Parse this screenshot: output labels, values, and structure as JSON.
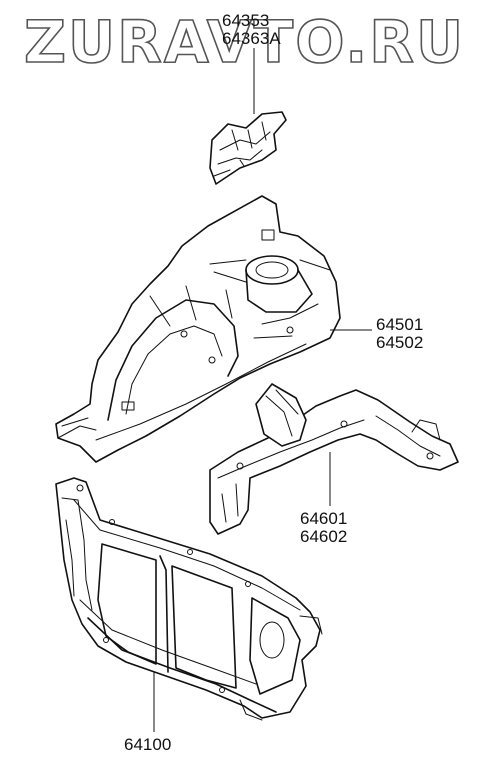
{
  "watermark": "ZURAVTO.RU",
  "parts": {
    "apron_bracket": {
      "numbers": [
        "64353",
        "64363A"
      ]
    },
    "fender_apron": {
      "numbers": [
        "64501",
        "64502"
      ]
    },
    "side_member": {
      "numbers": [
        "64601",
        "64602"
      ]
    },
    "radiator_support": {
      "numbers": [
        "64100"
      ]
    }
  }
}
